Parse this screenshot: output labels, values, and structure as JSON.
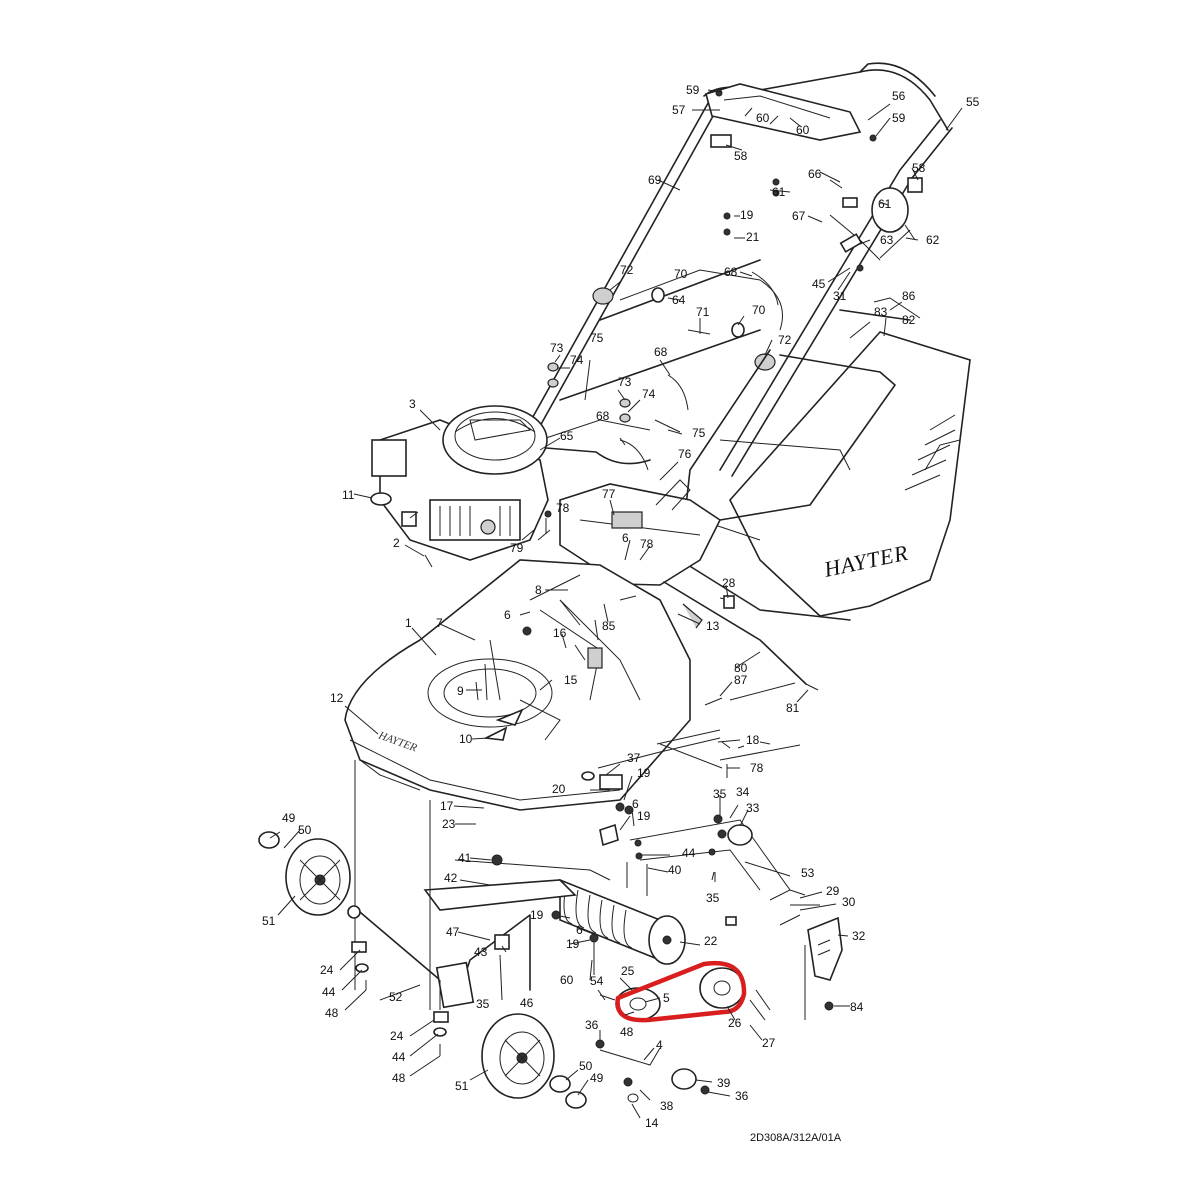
{
  "brand": "HAYTER",
  "drawing_ref": "2D308A/312A/01A",
  "highlight_color": "#d81e1e",
  "highlighted_part": "5",
  "callouts": [
    "1",
    "2",
    "3",
    "4",
    "5",
    "6",
    "7",
    "8",
    "9",
    "10",
    "11",
    "12",
    "13",
    "14",
    "15",
    "16",
    "17",
    "18",
    "19",
    "20",
    "21",
    "22",
    "23",
    "24",
    "25",
    "26",
    "27",
    "28",
    "29",
    "30",
    "31",
    "32",
    "33",
    "34",
    "35",
    "36",
    "37",
    "38",
    "39",
    "40",
    "41",
    "42",
    "43",
    "44",
    "45",
    "46",
    "47",
    "48",
    "49",
    "50",
    "51",
    "52",
    "53",
    "54",
    "55",
    "56",
    "57",
    "58",
    "59",
    "60",
    "61",
    "62",
    "63",
    "64",
    "65",
    "66",
    "67",
    "68",
    "69",
    "70",
    "71",
    "72",
    "73",
    "74",
    "75",
    "76",
    "77",
    "78",
    "79",
    "80",
    "81",
    "82",
    "83",
    "84",
    "85",
    "86",
    "87"
  ]
}
